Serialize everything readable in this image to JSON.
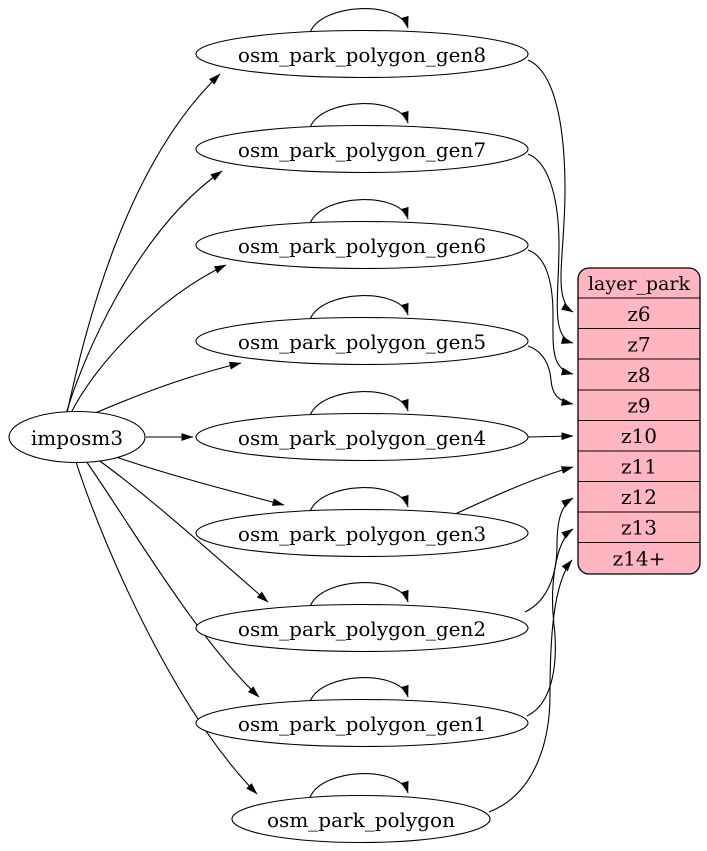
{
  "graph": {
    "source": {
      "label": "imposm3"
    },
    "generalized_tables": [
      {
        "label": "osm_park_polygon_gen8",
        "zoom_target": "z6"
      },
      {
        "label": "osm_park_polygon_gen7",
        "zoom_target": "z7"
      },
      {
        "label": "osm_park_polygon_gen6",
        "zoom_target": "z8"
      },
      {
        "label": "osm_park_polygon_gen5",
        "zoom_target": "z9"
      },
      {
        "label": "osm_park_polygon_gen4",
        "zoom_target": "z10"
      },
      {
        "label": "osm_park_polygon_gen3",
        "zoom_target": "z11"
      },
      {
        "label": "osm_park_polygon_gen2",
        "zoom_target": "z12"
      },
      {
        "label": "osm_park_polygon_gen1",
        "zoom_target": "z13"
      },
      {
        "label": "osm_park_polygon",
        "zoom_target": "z14+"
      }
    ],
    "layer": {
      "title": "layer_park",
      "rows": [
        "z6",
        "z7",
        "z8",
        "z9",
        "z10",
        "z11",
        "z12",
        "z13",
        "z14+"
      ]
    },
    "edges": {
      "from_source_to": [
        "osm_park_polygon_gen8",
        "osm_park_polygon_gen7",
        "osm_park_polygon_gen6",
        "osm_park_polygon_gen5",
        "osm_park_polygon_gen4",
        "osm_park_polygon_gen3",
        "osm_park_polygon_gen2",
        "osm_park_polygon_gen1",
        "osm_park_polygon"
      ],
      "self_loops_on": [
        "osm_park_polygon_gen8",
        "osm_park_polygon_gen7",
        "osm_park_polygon_gen6",
        "osm_park_polygon_gen5",
        "osm_park_polygon_gen4",
        "osm_park_polygon_gen3",
        "osm_park_polygon_gen2",
        "osm_park_polygon_gen1",
        "osm_park_polygon"
      ]
    },
    "colors": {
      "layer_fill": "#ffb6c1",
      "node_fill": "#ffffff",
      "stroke": "#000000"
    }
  }
}
